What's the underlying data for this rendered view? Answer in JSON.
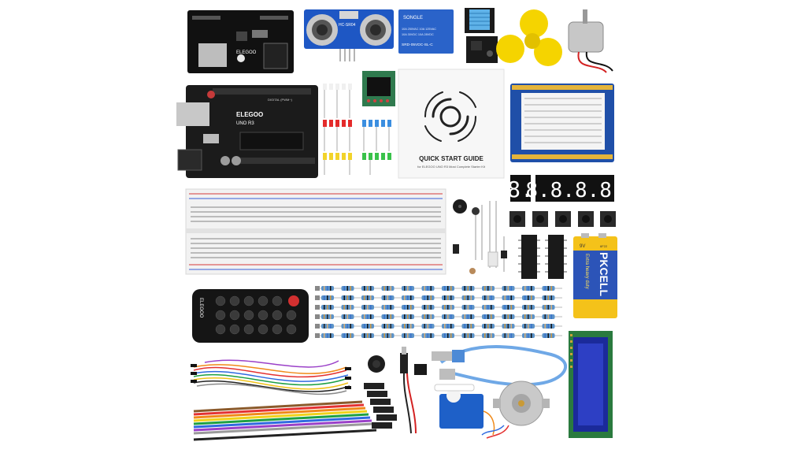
{
  "power_module": {
    "brand": "ELEGOO"
  },
  "ultrasonic": {
    "model": "HC-SR04"
  },
  "relay": {
    "brand": "SONGLE",
    "spec1": "10A 250VAC 10A 125VAC",
    "spec2": "10A 30VDC 10A 28VDC",
    "model": "SRD-05VDC-SL-C"
  },
  "uno": {
    "brand": "ELEGOO",
    "model": "UNO R3",
    "digital": "DIGITAL (PWM~)"
  },
  "guide": {
    "title": "QUICK START GUIDE",
    "subtitle": "for ELEGOO UNO R3 Most Complete Starter Kit"
  },
  "segment_display": {
    "single": "8.",
    "quad": "8.8.8.8."
  },
  "remote": {
    "brand": "ELEGOO"
  },
  "battery": {
    "brand": "PKCELL",
    "line": "Extra heavy duty",
    "voltage": "9V",
    "note": "6F22"
  },
  "colors": {
    "arduino_pcb": "#1b1b1b",
    "shield_pcb": "#1f4fa8",
    "lcd": "#1b2a9a",
    "fan": "#f5d400",
    "relay": "#2a63c9"
  }
}
